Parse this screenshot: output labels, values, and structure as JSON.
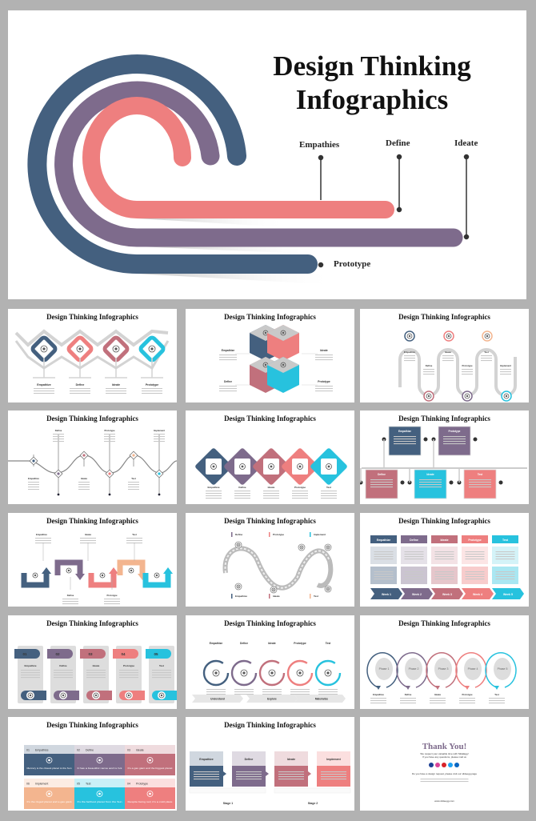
{
  "colors": {
    "navy": "#44607f",
    "purple": "#7e6b8c",
    "rose": "#c1707c",
    "coral": "#ee7f7f",
    "cyan": "#27c2de",
    "peach": "#f3b58f",
    "gray": "#d3d3d3",
    "background": "#b2b2b2"
  },
  "hero": {
    "title_line1": "Design Thinking",
    "title_line2": "Infographics",
    "labels": {
      "empathies": "Empathies",
      "define": "Define",
      "ideate": "Ideate",
      "prototype": "Prototype"
    }
  },
  "thumb_title": "Design Thinking Infographics",
  "slides": [
    {
      "type": "zigzag",
      "steps": [
        "Empathize",
        "Define",
        "Ideate",
        "Prototype"
      ]
    },
    {
      "type": "cubes",
      "steps": [
        "Empathize",
        "Ideate",
        "Define",
        "Prototype"
      ]
    },
    {
      "type": "serpentine",
      "steps": [
        "Empathize",
        "Define",
        "Ideate",
        "Prototype",
        "Test",
        "Implement"
      ]
    },
    {
      "type": "wave",
      "steps": [
        "Empathize",
        "Define",
        "Ideate",
        "Prototype",
        "Test",
        "Implement"
      ]
    },
    {
      "type": "diamond-chain",
      "steps": [
        "Empathize",
        "Define",
        "Ideate",
        "Prototype",
        "Test"
      ]
    },
    {
      "type": "timeline-boxes",
      "steps": [
        "Empathize",
        "Prototype",
        "Define",
        "Ideate",
        "Test"
      ]
    },
    {
      "type": "arrows",
      "steps": [
        "Empathize",
        "Define",
        "Ideate",
        "Prototype",
        "Test"
      ]
    },
    {
      "type": "s-curve",
      "steps": [
        "Define",
        "Prototype",
        "Implement",
        "Empathize",
        "Ideate",
        "Test"
      ]
    },
    {
      "type": "weeks-table",
      "steps": [
        "Empathize",
        "Define",
        "Ideate",
        "Prototype",
        "Test"
      ],
      "weeks": [
        "Week 1",
        "Week 2",
        "Week 3",
        "Week 4",
        "Week 5"
      ]
    },
    {
      "type": "cards",
      "numbers": [
        "01",
        "02",
        "03",
        "04",
        "05"
      ],
      "steps": [
        "Empathize",
        "Define",
        "Ideate",
        "Prototype",
        "Test"
      ]
    },
    {
      "type": "circles",
      "steps": [
        "Empathize",
        "Define",
        "Ideate",
        "Prototype",
        "Test"
      ],
      "phases": [
        "Understand",
        "Explore",
        "Materialize"
      ]
    },
    {
      "type": "phases",
      "phases": [
        "Phase 1",
        "Phase 2",
        "Phase 3",
        "Phase 4",
        "Phase 5"
      ],
      "steps": [
        "Empathize",
        "Define",
        "Ideate",
        "Prototype",
        "Test"
      ]
    },
    {
      "type": "grid",
      "cells": [
        {
          "num": "01",
          "label": "Empathize",
          "text": "Mercury is the closest planet to the Sun"
        },
        {
          "num": "02",
          "label": "Define",
          "text": "It has a beautiful name and is hot"
        },
        {
          "num": "03",
          "label": "Ideate",
          "text": "It's a gas giant and the biggest planet"
        },
        {
          "num": "06",
          "label": "Implement",
          "text": "It's the ringed planet and a gas giant"
        },
        {
          "num": "05",
          "label": "Test",
          "text": "It's the farthest planet from the Sun"
        },
        {
          "num": "04",
          "label": "Prototype",
          "text": "Despite being red, it's a cold place"
        }
      ]
    },
    {
      "type": "stages",
      "steps": [
        "Empathize",
        "Define",
        "Ideate",
        "Implement"
      ],
      "stages": [
        "Stage 1",
        "Stage 2"
      ]
    },
    {
      "type": "thank-you",
      "heading": "Thank You!",
      "line1": "We respect your valuable time with SlideEgg!",
      "line2": "If you have any questions, please mail us",
      "request": "Do you have a design request, please visit our slideegg page",
      "website": "www.slideegg.com",
      "social": [
        "facebook-icon",
        "instagram-icon",
        "youtube-icon",
        "twitter-icon",
        "linkedin-icon"
      ]
    }
  ]
}
